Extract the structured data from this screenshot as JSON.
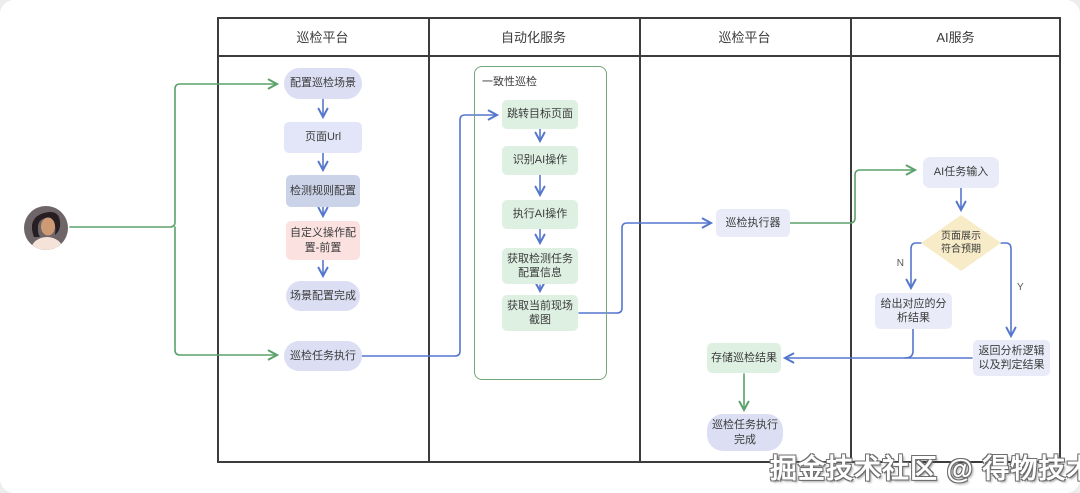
{
  "lanes": [
    {
      "label": "巡检平台"
    },
    {
      "label": "自动化服务"
    },
    {
      "label": "巡检平台"
    },
    {
      "label": "AI服务"
    }
  ],
  "group": {
    "label": "一致性巡检"
  },
  "nodes": {
    "configure_scene": {
      "label": "配置巡检场景"
    },
    "page_url": {
      "label": "页面Url"
    },
    "detect_rule_config": {
      "label": "检测规则配置"
    },
    "custom_op_config": {
      "label": "自定义操作配置-前置"
    },
    "scene_config_done": {
      "label": "场景配置完成"
    },
    "inspection_task_run": {
      "label": "巡检任务执行"
    },
    "goto_target_page": {
      "label": "跳转目标页面"
    },
    "recognize_ai_op": {
      "label": "识别AI操作"
    },
    "execute_ai_op": {
      "label": "执行AI操作"
    },
    "get_task_config": {
      "label": "获取检测任务配置信息"
    },
    "get_screenshot": {
      "label": "获取当前现场截图"
    },
    "inspection_executor": {
      "label": "巡检执行器"
    },
    "store_result": {
      "label": "存储巡检结果"
    },
    "task_done": {
      "label": "巡检任务执行完成"
    },
    "ai_task_input": {
      "label": "AI任务输入"
    },
    "page_meets_expectation": {
      "label": "页面展示符合预期"
    },
    "analysis_result": {
      "label": "给出对应的分析结果"
    },
    "return_judgment": {
      "label": "返回分析逻辑以及判定结果"
    }
  },
  "edge_labels": {
    "no": "N",
    "yes": "Y"
  },
  "watermark": "掘金技术社区 @ 得物技术",
  "colors": {
    "blue_edge": "#5577cd",
    "green_edge": "#5ba26c",
    "lane_border": "#3c3c3c",
    "lavender_node": "#dcdff3",
    "blue_node": "#cbd3e9",
    "pink_node": "#fbe2e0",
    "green_node": "#def0e2",
    "gray_node": "#e9ecf8",
    "diamond_fill": "#f7ebc8",
    "group_border": "#74a57c"
  }
}
